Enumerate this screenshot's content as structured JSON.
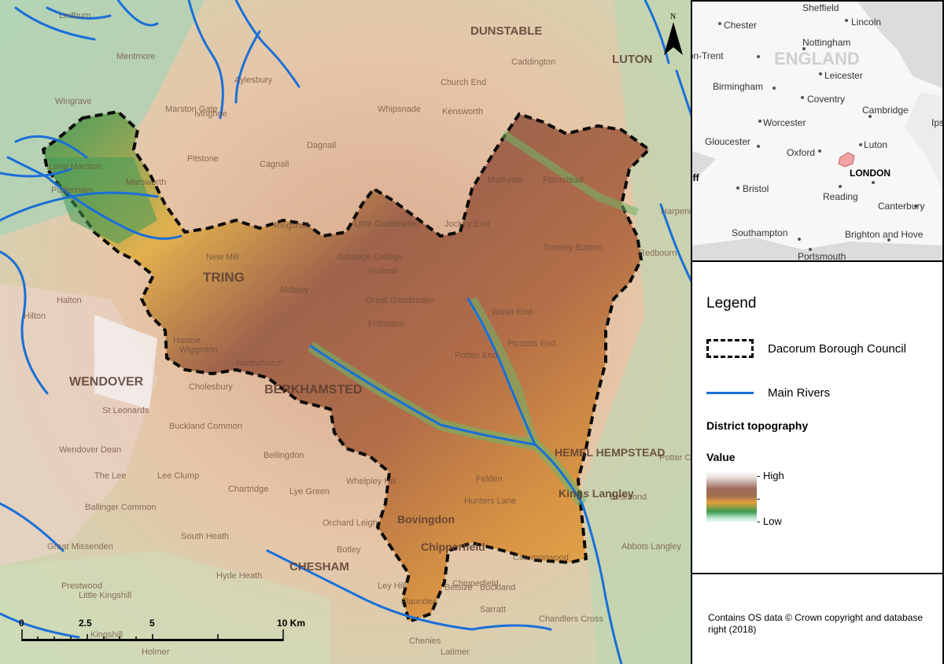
{
  "map": {
    "places": [
      "Ledburn",
      "Mentmore",
      "Wingrave",
      "Long Marston",
      "Marston Gate",
      "Puttenham",
      "Marsworth",
      "Aylesbury",
      "Ivinghoe",
      "Pitstone",
      "Church End",
      "Cagnall",
      "Dagnall",
      "Whipsnade",
      "Kensworth",
      "Caddington",
      "Markyate",
      "Flamstead",
      "Trowley Bottom",
      "Ringshall",
      "Little Gaddesden",
      "Hudnall",
      "Great Gaddesden",
      "Jockey End",
      "Ashridge College",
      "Aldbury",
      "New Mill",
      "Water End",
      "Piccotts End",
      "Potten End",
      "Frithsden",
      "Northchurch",
      "Wigginton",
      "Hastoe",
      "Cholesbury",
      "St Leonards",
      "Buckland Common",
      "Wendover Dean",
      "The Lee",
      "Lee Clump",
      "Ballinger Common",
      "Chartridge",
      "Bellingdon",
      "Lye Green",
      "Whelpley Hill",
      "Orchard Leigh",
      "South Heath",
      "Great Missenden",
      "Prestwood",
      "Little Kingshill",
      "Kingshill",
      "Holmer",
      "Ley Hill",
      "Botley",
      "Hyde Heath",
      "Felden",
      "Hunters Lane",
      "Bovingdon",
      "Chipperfield",
      "Commonwood",
      "Kings Langley",
      "Abbots Langley",
      "Bedmond",
      "Potter Crouch",
      "Redbourn",
      "Harpenden",
      "Latimer",
      "Flaunden",
      "Belsize",
      "Sarratt",
      "Chandlers Cross",
      "Chenies",
      "Buckland",
      "Halton",
      "Hilton"
    ],
    "towns": [
      "DUNSTABLE",
      "LUTON",
      "TRING",
      "BERKHAMSTED",
      "WENDOVER",
      "CHESHAM",
      "HEMEL HEMPSTEAD"
    ],
    "north_label": "N",
    "scale_labels": [
      "0",
      "2.5",
      "5",
      "10 Km"
    ]
  },
  "inset": {
    "labels": [
      "Sheffield",
      "Chester",
      "Lincoln",
      "Nottingham",
      "Stoke-on-Trent",
      "Leicester",
      "Birmingham",
      "Coventry",
      "Cambridge",
      "Ipswich",
      "Worcester",
      "Gloucester",
      "Oxford",
      "Luton",
      "LONDON",
      "Cardiff",
      "Bristol",
      "Reading",
      "Canterbury",
      "Southampton",
      "Brighton and Hove",
      "Portsmouth",
      "ENGLAND"
    ]
  },
  "legend": {
    "title": "Legend",
    "boundary_label": "Dacorum Borough Council",
    "river_label": "Main Rivers",
    "topo_title": "District topography",
    "value_title": "Value",
    "high_label": "High",
    "low_label": "Low",
    "boundary_color": "#000000",
    "river_color": "#1a6fd8"
  },
  "attribution": {
    "text": "Contains OS data © Crown copyright and database right (2018)"
  }
}
